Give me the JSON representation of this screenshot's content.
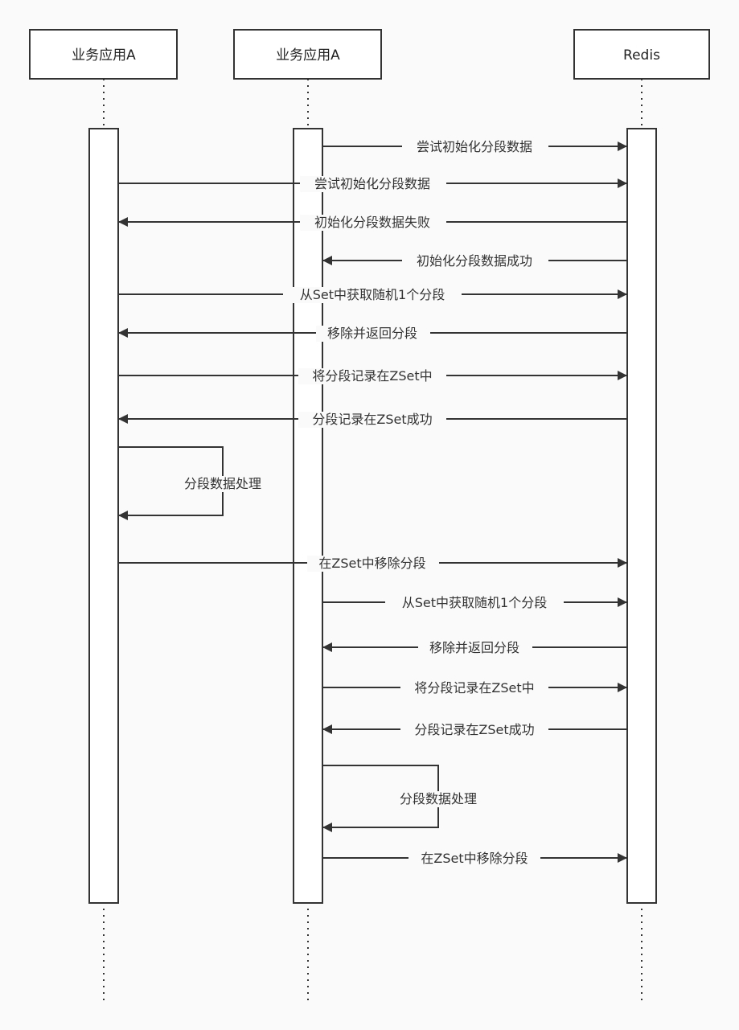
{
  "participants": [
    {
      "id": "a1",
      "label": "业务应用A"
    },
    {
      "id": "a2",
      "label": "业务应用A"
    },
    {
      "id": "redis",
      "label": "Redis"
    }
  ],
  "messages": [
    {
      "from": "a2",
      "to": "redis",
      "label": "尝试初始化分段数据"
    },
    {
      "from": "a1",
      "to": "redis",
      "label": "尝试初始化分段数据"
    },
    {
      "from": "redis",
      "to": "a1",
      "label": "初始化分段数据失败"
    },
    {
      "from": "redis",
      "to": "a2",
      "label": "初始化分段数据成功"
    },
    {
      "from": "a1",
      "to": "redis",
      "label": "从Set中获取随机1个分段"
    },
    {
      "from": "redis",
      "to": "a1",
      "label": "移除并返回分段"
    },
    {
      "from": "a1",
      "to": "redis",
      "label": "将分段记录在ZSet中"
    },
    {
      "from": "redis",
      "to": "a1",
      "label": "分段记录在ZSet成功"
    },
    {
      "from": "a1",
      "to": "a1",
      "label": "分段数据处理"
    },
    {
      "from": "a1",
      "to": "redis",
      "label": "在ZSet中移除分段"
    },
    {
      "from": "a2",
      "to": "redis",
      "label": "从Set中获取随机1个分段"
    },
    {
      "from": "redis",
      "to": "a2",
      "label": "移除并返回分段"
    },
    {
      "from": "a2",
      "to": "redis",
      "label": "将分段记录在ZSet中"
    },
    {
      "from": "redis",
      "to": "a2",
      "label": "分段记录在ZSet成功"
    },
    {
      "from": "a2",
      "to": "a2",
      "label": "分段数据处理"
    },
    {
      "from": "a2",
      "to": "redis",
      "label": "在ZSet中移除分段"
    }
  ]
}
